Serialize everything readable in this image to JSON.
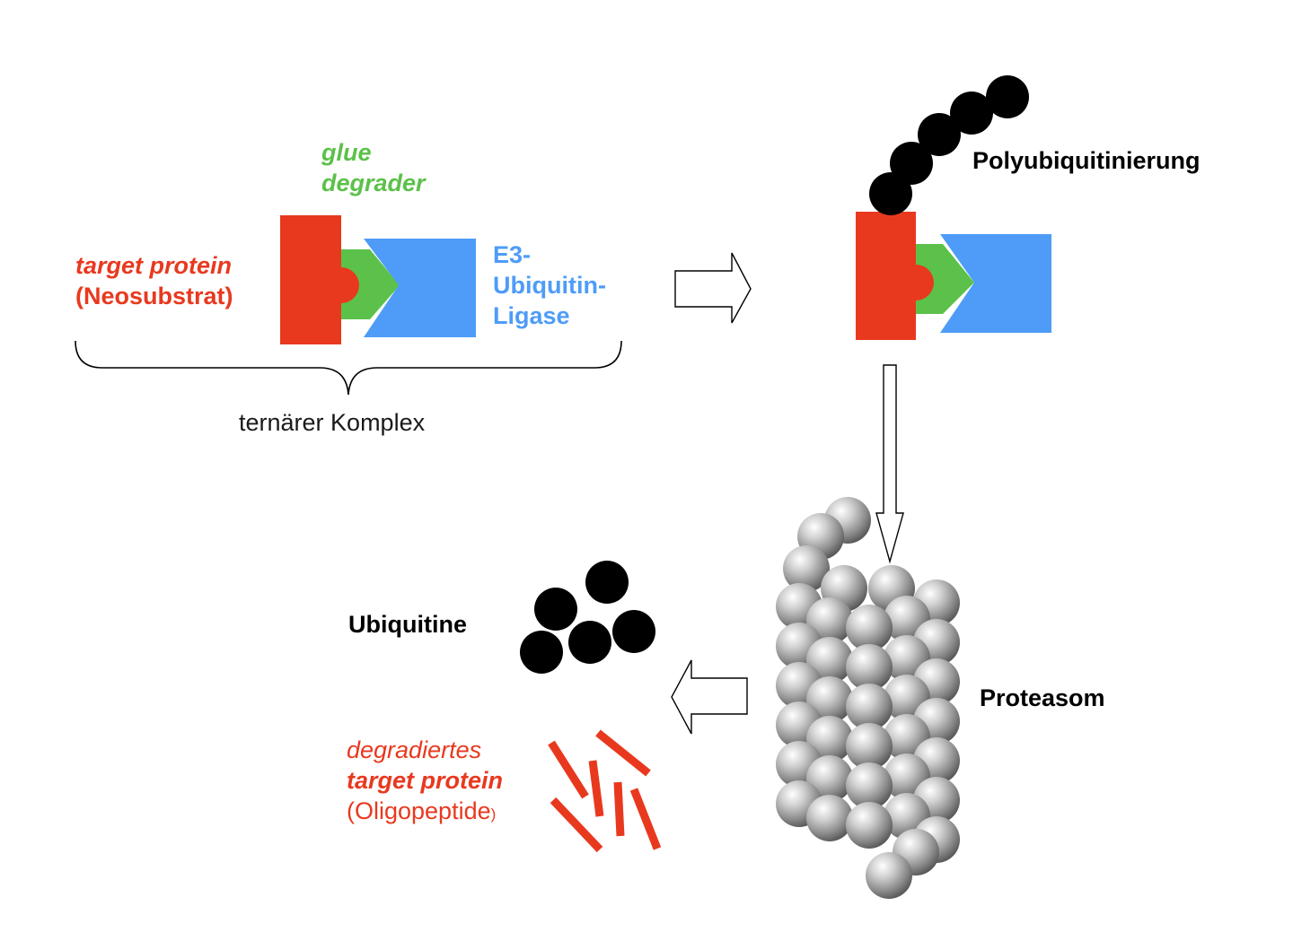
{
  "colors": {
    "target": "#e8391f",
    "glue": "#5cc14a",
    "ligase": "#4e9cf7",
    "ubiquitin": "#000000",
    "text": "#1a1a1a"
  },
  "labels": {
    "glue_line1": "glue",
    "glue_line2": "degrader",
    "target_line1": "target protein",
    "target_line2": "(Neosubstrat)",
    "ligase_line1": "E3-",
    "ligase_line2": "Ubiquitin-",
    "ligase_line3": "Ligase",
    "ternary_complex": "ternärer Komplex",
    "polyubiquitination": "Polyubiquitinierung",
    "ubiquitins": "Ubiquitine",
    "proteasome": "Proteasom",
    "degraded_line1": "degradiertes",
    "degraded_line2": "target protein",
    "degraded_line3": "(Oligopeptide",
    "degraded_line3_paren": ")"
  }
}
